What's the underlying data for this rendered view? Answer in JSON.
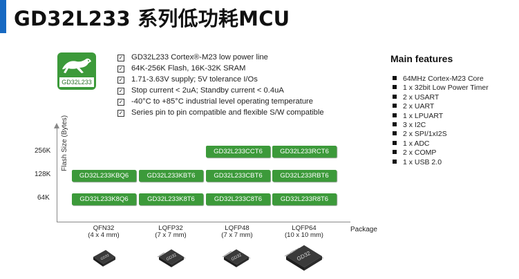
{
  "title": "GD32L233 系列低功耗MCU",
  "logo": {
    "label": "GD32L233",
    "icon": "leopard-icon",
    "color": "#3c9a3a"
  },
  "features": [
    "GD32L233 Cortex®-M23 low power line",
    "64K-256K Flash, 16K-32K SRAM",
    "1.71-3.63V supply; 5V tolerance I/Os",
    "Stop current < 2uA; Standby current < 0.4uA",
    "-40°C to +85°C industrial level operating temperature",
    "Series pin to pin compatible and flexible S/W compatible"
  ],
  "chart": {
    "y_axis_label": "Flash Size (Bytes)",
    "x_axis_label": "Package",
    "y_ticks": [
      "256K",
      "128K",
      "64K"
    ],
    "packages": [
      {
        "name": "QFN32",
        "size": "(4 x 4 mm)"
      },
      {
        "name": "LQFP32",
        "size": "(7 x 7 mm)"
      },
      {
        "name": "LQFP48",
        "size": "(7 x 7 mm)"
      },
      {
        "name": "LQFP64",
        "size": "(10 x 10 mm)"
      }
    ],
    "parts": {
      "row_256k": [
        "GD32L233CCT6",
        "GD32L233RCT6"
      ],
      "row_128k": [
        "GD32L233KBQ6",
        "GD32L233KBT6",
        "GD32L233CBT6",
        "GD32L233RBT6"
      ],
      "row_64k": [
        "GD32L233K8Q6",
        "GD32L233K8T6",
        "GD32L233C8T6",
        "GD32L233R8T6"
      ]
    },
    "chip_color": "#3c9a3a",
    "chip_marking": "GD32"
  },
  "main_features": {
    "title": "Main features",
    "items": [
      "64MHz Cortex-M23 Core",
      "1 x 32bit Low Power Timer",
      "2 x USART",
      "2 x UART",
      "1 x LPUART",
      "3 x I2C",
      "2 x SPI/1xI2S",
      "1 x ADC",
      "2 x COMP",
      "1 x USB 2.0"
    ]
  }
}
